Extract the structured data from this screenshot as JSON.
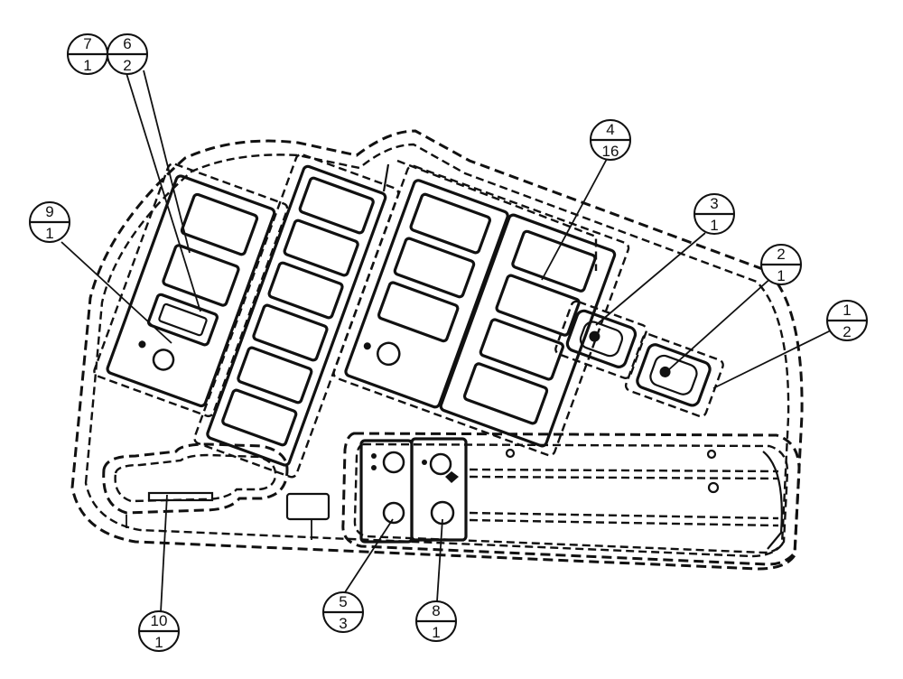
{
  "callouts": [
    {
      "id": "callout-1",
      "top": "1",
      "bottom": "2"
    },
    {
      "id": "callout-2",
      "top": "2",
      "bottom": "1"
    },
    {
      "id": "callout-3",
      "top": "3",
      "bottom": "1"
    },
    {
      "id": "callout-4",
      "top": "4",
      "bottom": "16"
    },
    {
      "id": "callout-5",
      "top": "5",
      "bottom": "3"
    },
    {
      "id": "callout-6",
      "top": "6",
      "bottom": "2"
    },
    {
      "id": "callout-7",
      "top": "7",
      "bottom": "1"
    },
    {
      "id": "callout-8",
      "top": "8",
      "bottom": "1"
    },
    {
      "id": "callout-9",
      "top": "9",
      "bottom": "1"
    },
    {
      "id": "callout-10",
      "top": "10",
      "bottom": "1"
    }
  ]
}
